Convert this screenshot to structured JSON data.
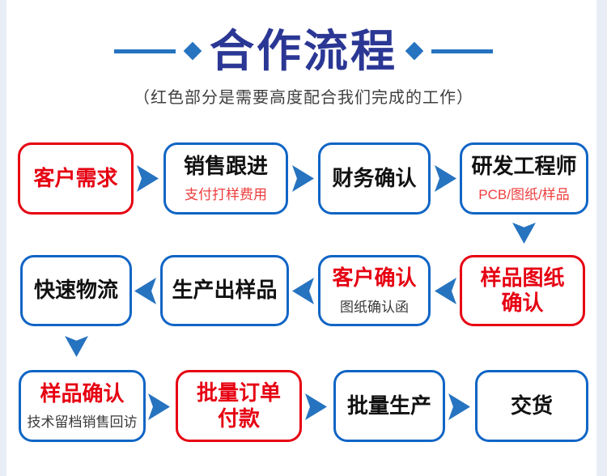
{
  "header": {
    "title": "合作流程",
    "subtitle": "（红色部分是需要高度配合我们完成的工作）"
  },
  "colors": {
    "title_blue": "#2b3794",
    "accent_blue": "#2673c0",
    "node_border_blue": "#1065c5",
    "arrow_blue": "#2673c0",
    "red": "#e60012",
    "sub_red": "#ee3e3e",
    "edge_bg": "#e9eef6"
  },
  "flow": {
    "rows": [
      {
        "direction": "right",
        "nodes": [
          {
            "title": "客户需求",
            "border": "red",
            "title_color": "red"
          },
          {
            "title": "销售跟进",
            "subtitle": "支付打样费用",
            "border": "blue",
            "title_color": "black",
            "subtitle_color": "red"
          },
          {
            "title": "财务确认",
            "border": "blue",
            "title_color": "black"
          },
          {
            "title": "研发工程师",
            "subtitle": "PCB/图纸/样品",
            "border": "blue",
            "title_color": "black",
            "subtitle_color": "red"
          }
        ]
      },
      {
        "direction": "left",
        "nodes": [
          {
            "title": "快速物流",
            "border": "blue",
            "title_color": "black"
          },
          {
            "title": "生产出样品",
            "border": "blue",
            "title_color": "black"
          },
          {
            "title": "客户确认",
            "subtitle": "图纸确认函",
            "border": "blue",
            "title_color": "red",
            "subtitle_color": "black"
          },
          {
            "title": "样品图纸\n确认",
            "border": "red",
            "title_color": "red"
          }
        ]
      },
      {
        "direction": "right",
        "nodes": [
          {
            "title": "样品确认",
            "subtitle": "技术留档销售回访",
            "border": "blue",
            "title_color": "red",
            "subtitle_color": "black"
          },
          {
            "title": "批量订单\n付款",
            "border": "red",
            "title_color": "red"
          },
          {
            "title": "批量生产",
            "border": "blue",
            "title_color": "black"
          },
          {
            "title": "交货",
            "border": "blue",
            "title_color": "black"
          }
        ]
      }
    ]
  }
}
